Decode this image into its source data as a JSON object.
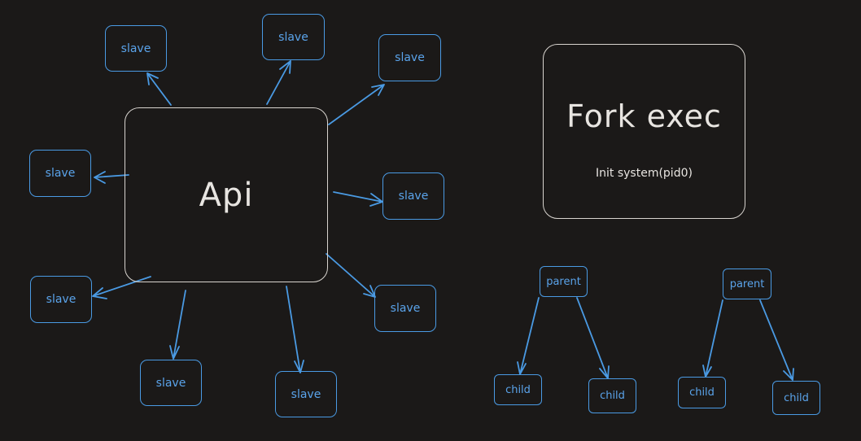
{
  "diagram": {
    "api": {
      "label": "Api"
    },
    "fork": {
      "title": "Fork exec",
      "subtitle": "Init system(pid0)"
    },
    "slave_label": "slave",
    "parent_label": "parent",
    "child_label": "child",
    "colors": {
      "background": "#1b1918",
      "accent_blue": "#4a9ae3",
      "box_white": "#d8d4cf"
    }
  }
}
